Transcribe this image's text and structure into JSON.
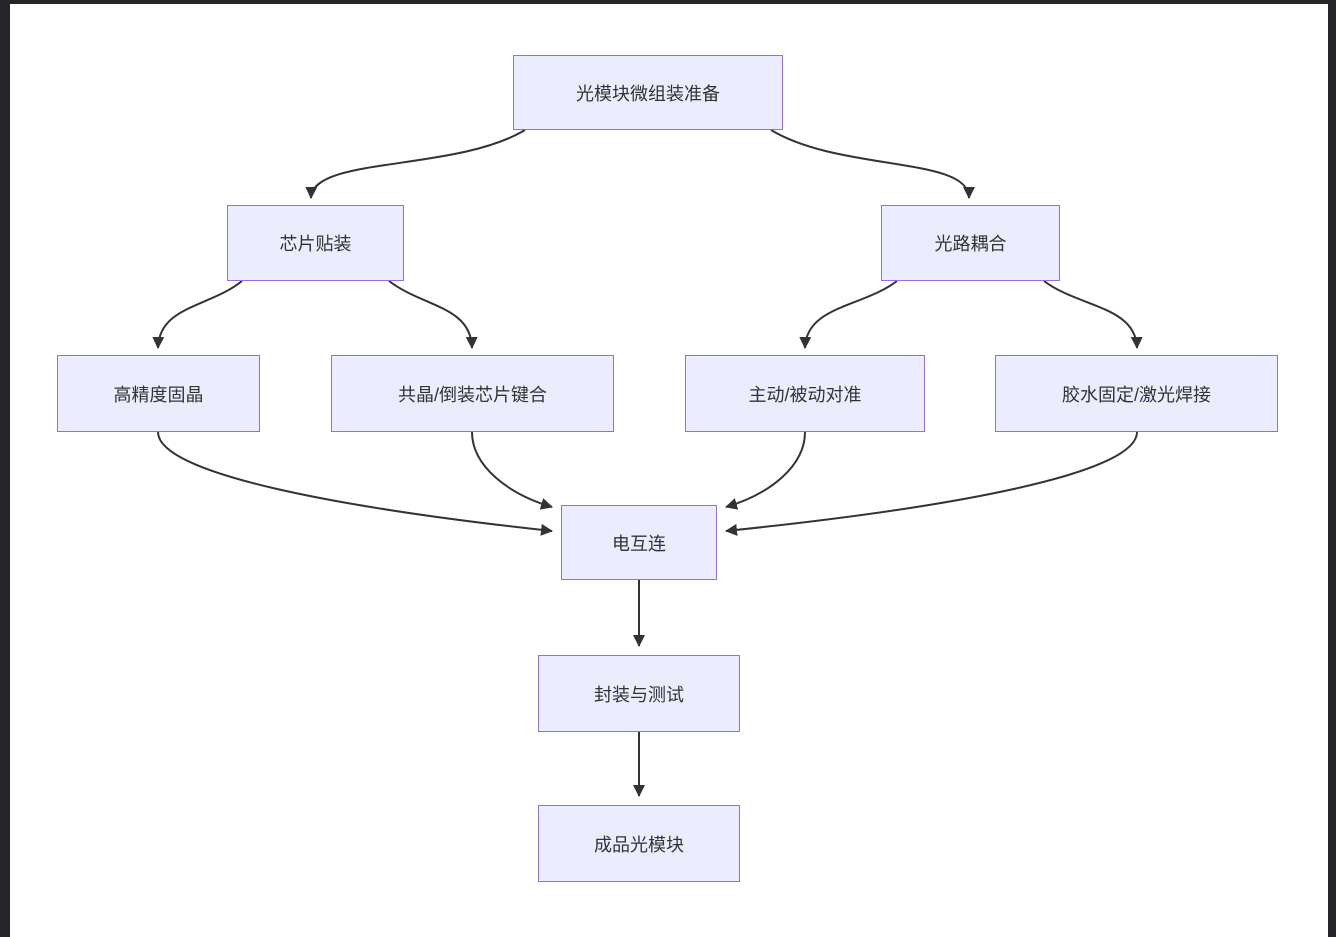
{
  "diagram": {
    "type": "flowchart",
    "direction": "top-down",
    "colors": {
      "node_fill": "#ECECFF",
      "node_border": "#9370DB",
      "edge_stroke": "#333333",
      "text": "#333333",
      "canvas_background": "#ffffff",
      "window_frame": "#26262a"
    },
    "nodes": [
      {
        "id": "prep",
        "label": "光模块微组装准备"
      },
      {
        "id": "chip",
        "label": "芯片贴装"
      },
      {
        "id": "optical",
        "label": "光路耦合"
      },
      {
        "id": "diebond",
        "label": "高精度固晶"
      },
      {
        "id": "eutectic",
        "label": "共晶/倒装芯片键合"
      },
      {
        "id": "align",
        "label": "主动/被动对准"
      },
      {
        "id": "glue",
        "label": "胶水固定/激光焊接"
      },
      {
        "id": "einter",
        "label": "电互连"
      },
      {
        "id": "package",
        "label": "封装与测试"
      },
      {
        "id": "final",
        "label": "成品光模块"
      }
    ],
    "edges": [
      {
        "from": "光模块微组装准备",
        "to": "芯片贴装"
      },
      {
        "from": "光模块微组装准备",
        "to": "光路耦合"
      },
      {
        "from": "芯片贴装",
        "to": "高精度固晶"
      },
      {
        "from": "芯片贴装",
        "to": "共晶/倒装芯片键合"
      },
      {
        "from": "光路耦合",
        "to": "主动/被动对准"
      },
      {
        "from": "光路耦合",
        "to": "胶水固定/激光焊接"
      },
      {
        "from": "高精度固晶",
        "to": "电互连"
      },
      {
        "from": "共晶/倒装芯片键合",
        "to": "电互连"
      },
      {
        "from": "主动/被动对准",
        "to": "电互连"
      },
      {
        "from": "胶水固定/激光焊接",
        "to": "电互连"
      },
      {
        "from": "电互连",
        "to": "封装与测试"
      },
      {
        "from": "封装与测试",
        "to": "成品光模块"
      }
    ]
  }
}
